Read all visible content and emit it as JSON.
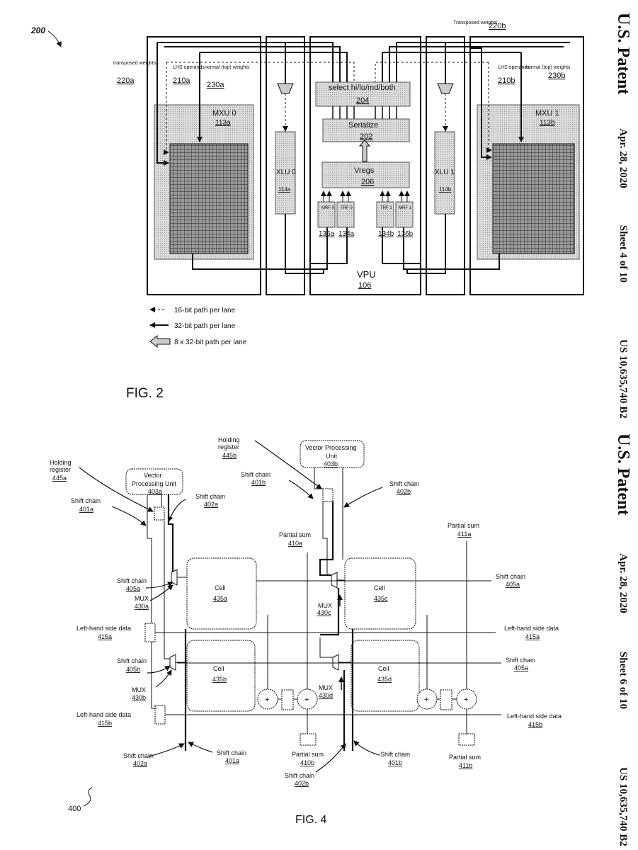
{
  "sheet1": {
    "patent": "U.S. Patent",
    "date": "Apr. 28, 2020",
    "sheet": "Sheet 4 of 10",
    "number": "US 10,635,740 B2"
  },
  "sheet2": {
    "patent": "U.S. Patent",
    "date": "Apr. 28, 2020",
    "sheet": "Sheet 6 of 10",
    "number": "US 10,635,740 B2"
  },
  "fig2": {
    "ref": "200",
    "caption": "FIG. 2",
    "transposed_a": "transposed weights",
    "ref_220a": "220a",
    "lhs_a": "LHS operands",
    "ref_210a": "210a",
    "normal_a": "normal (top) weights",
    "ref_230a": "230a",
    "mxu0": "MXU 0",
    "ref_113a": "113a",
    "xlu0": "XLU 0",
    "ref_114a": "114a",
    "select": "select hi/lo/md/both",
    "ref_204": "204",
    "serialize": "Serialize",
    "ref_202": "202",
    "vregs": "Vregs",
    "ref_206": "206",
    "mrf0": "MRF 0",
    "trf0": "TRF 0",
    "trf1": "TRF 1",
    "mrf1": "MRF 1",
    "ref_136a": "136a",
    "ref_134a": "134a",
    "ref_134b": "134b",
    "ref_136b": "136b",
    "vpu": "VPU",
    "ref_106": "106",
    "xlu1": "XLU 1",
    "ref_114b": "114b",
    "mxu1": "MXU 1",
    "ref_113b": "113b",
    "transposed_b": "Transposed weights",
    "ref_220b": "220b",
    "lhs_b": "LHS operands",
    "ref_210b": "210b",
    "normal_b": "normal (top) weights",
    "ref_230b": "230b",
    "legend_16": "16-bit path per lane",
    "legend_32": "32-bit path per lane",
    "legend_8x32": "8 x 32-bit path per lane"
  },
  "fig4": {
    "ref": "400",
    "caption": "FIG. 4",
    "vpu_a_1": "Vector",
    "vpu_a_2": "Processing Unit",
    "ref_403a": "403a",
    "vpu_b_1": "Vector Processing",
    "vpu_b_2": "Unit",
    "ref_403b": "403b",
    "holding_1": "Holding",
    "holding_2": "register",
    "ref_445a": "445a",
    "ref_445b": "445b",
    "shift_chain": "Shift chain",
    "ref_401a": "401a",
    "ref_402a": "402a",
    "ref_401b": "401b",
    "ref_402b": "402b",
    "ref_405a": "405a",
    "ref_405b": "405b",
    "partial_sum": "Partial sum",
    "ref_410a": "410a",
    "ref_411a": "411a",
    "ref_410b": "410b",
    "ref_411b": "411b",
    "mux": "MUX",
    "ref_430a": "430a",
    "ref_430b": "430b",
    "ref_430c": "430c",
    "ref_430d": "430d",
    "cell": "Cell",
    "ref_435a": "435a",
    "ref_435b": "435b",
    "ref_435c": "435c",
    "ref_435d": "435d",
    "lhs_data": "Left-hand side data",
    "ref_415a": "415a",
    "ref_415b": "415b",
    "plus": "+"
  }
}
